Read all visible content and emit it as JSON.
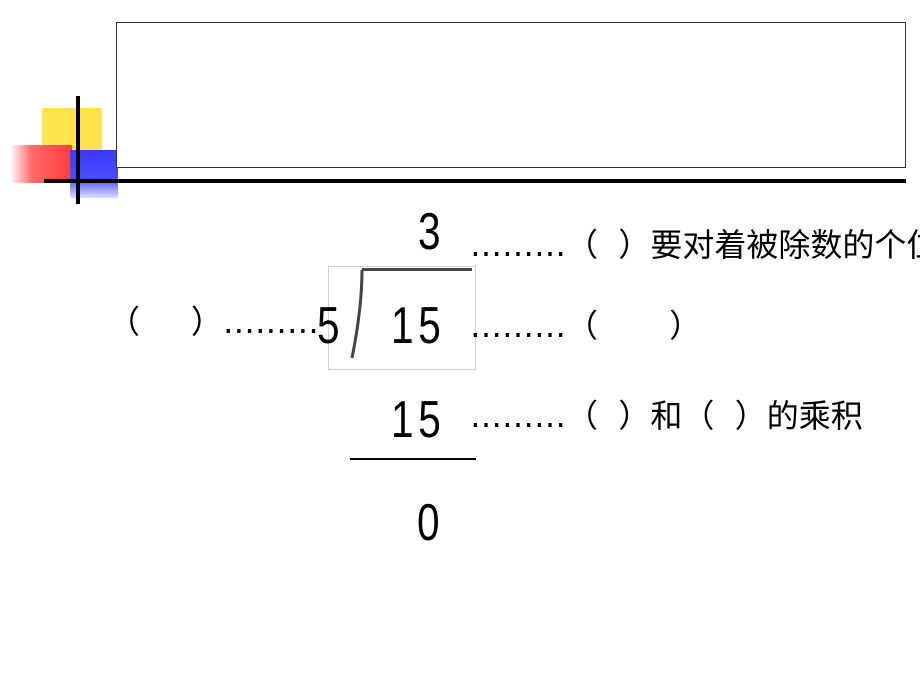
{
  "title_frame": {
    "text": ""
  },
  "division": {
    "quotient": "3",
    "divisor": "5",
    "dividend": "15",
    "product": "15",
    "remainder": "0"
  },
  "annotations": {
    "quotient_note": "………（  ）要对着被除数的个位",
    "divisor_note": "（     ）………",
    "dividend_note": "………（       ）",
    "product_note": "………（  ）和（  ）的乘积"
  }
}
